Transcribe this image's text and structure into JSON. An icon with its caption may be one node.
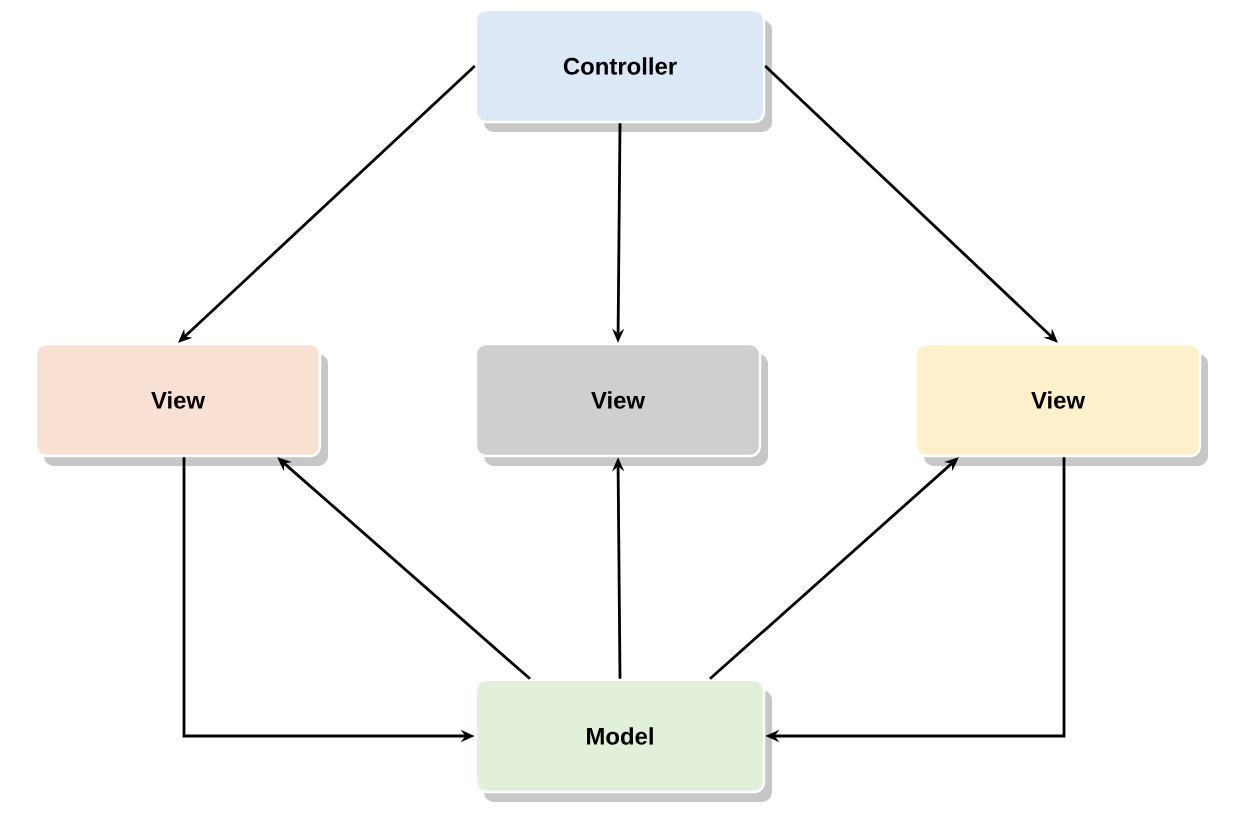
{
  "diagram": {
    "nodes": [
      {
        "text": [
          "Controller"
        ]
      },
      {
        "text": [
          "View"
        ]
      },
      {
        "text": [
          "View"
        ]
      },
      {
        "text": [
          "View"
        ]
      },
      {
        "text": [
          "Model"
        ]
      }
    ],
    "edges": [
      {
        "from": 0,
        "to": 1,
        "arrow": "to"
      },
      {
        "from": 0,
        "to": 2,
        "arrow": "to"
      },
      {
        "from": 0,
        "to": 3,
        "arrow": "to"
      },
      {
        "from": 4,
        "to": 1,
        "arrow": "to"
      },
      {
        "from": 4,
        "to": 2,
        "arrow": "to"
      },
      {
        "from": 4,
        "to": 3,
        "arrow": "to"
      },
      {
        "from": 1,
        "to": 4,
        "arrow": "to"
      },
      {
        "from": 3,
        "to": 4,
        "arrow": "to"
      }
    ]
  }
}
